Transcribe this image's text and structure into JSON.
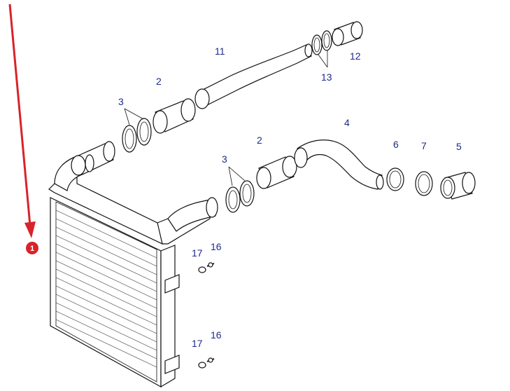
{
  "callouts": [
    {
      "id": "callout-1",
      "text": "1"
    },
    {
      "id": "callout-2-upper",
      "text": "2"
    },
    {
      "id": "callout-2-lower",
      "text": "2"
    },
    {
      "id": "callout-3-upper",
      "text": "3"
    },
    {
      "id": "callout-3-lower",
      "text": "3"
    },
    {
      "id": "callout-4",
      "text": "4"
    },
    {
      "id": "callout-5",
      "text": "5"
    },
    {
      "id": "callout-6",
      "text": "6"
    },
    {
      "id": "callout-7",
      "text": "7"
    },
    {
      "id": "callout-11",
      "text": "11"
    },
    {
      "id": "callout-12",
      "text": "12"
    },
    {
      "id": "callout-13",
      "text": "13"
    },
    {
      "id": "callout-16-upper",
      "text": "16"
    },
    {
      "id": "callout-17-upper",
      "text": "17"
    },
    {
      "id": "callout-16-lower",
      "text": "16"
    },
    {
      "id": "callout-17-lower",
      "text": "17"
    }
  ],
  "colors": {
    "label": "#1d2a8c",
    "arrow": "#d8232a",
    "line": "#111111"
  }
}
